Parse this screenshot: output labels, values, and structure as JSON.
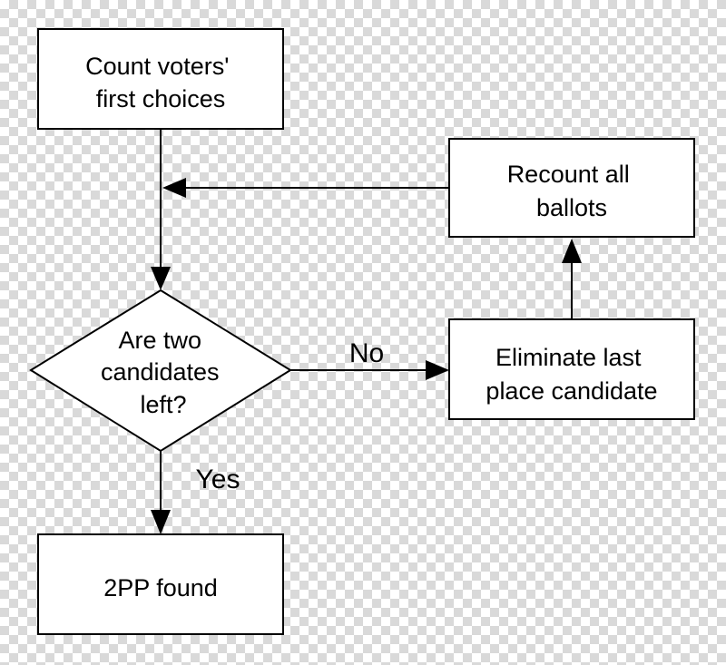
{
  "nodes": {
    "count": {
      "lines": [
        "Count voters'",
        "first choices"
      ]
    },
    "recount": {
      "lines": [
        "Recount all",
        "ballots"
      ]
    },
    "decision": {
      "lines": [
        "Are two",
        "candidates",
        "left?"
      ]
    },
    "eliminate": {
      "lines": [
        "Eliminate last",
        "place candidate"
      ]
    },
    "found": {
      "lines": [
        "2PP found"
      ]
    }
  },
  "edges": {
    "no_label": "No",
    "yes_label": "Yes"
  },
  "colors": {
    "stroke": "#000000",
    "fill": "#ffffff"
  }
}
